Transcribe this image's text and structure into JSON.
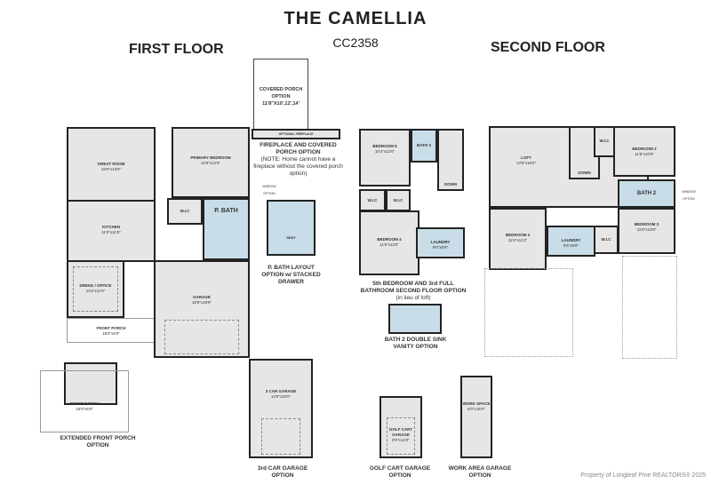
{
  "title": "THE CAMELLIA",
  "plan_code": "CC2358",
  "first_floor": {
    "heading": "FIRST FLOOR",
    "rooms": [
      {
        "name": "GREAT ROOM",
        "size": "18'0\"x13'6\""
      },
      {
        "name": "PRIMARY BEDROOM",
        "size": "13'6\"x14'6\""
      },
      {
        "name": "KITCHEN",
        "size": "11'0\"x11'6\""
      },
      {
        "name": "DINING / OFFICE",
        "size": "11'6\"x11'6\""
      },
      {
        "name": "GARAGE",
        "size": "19'9\"x19'9\""
      },
      {
        "name": "FRONT PORCH",
        "size": "18'0\"x6'0\""
      },
      {
        "name": "W.I.C",
        "size": ""
      },
      {
        "name": "P. BATH",
        "size": ""
      }
    ]
  },
  "options": {
    "covered_porch": {
      "title": "COVERED PORCH OPTION",
      "size": "11'8\"X10',12',14'"
    },
    "fireplace": {
      "title": "FIREPLACE AND COVERED PORCH OPTION",
      "note": "(NOTE: Home cannot have a fireplace without the covered porch option)",
      "label": "OPTIONAL FIREPLACE"
    },
    "pbath": {
      "title": "P. BATH LAYOUT OPTION w/ STACKED DRAWER",
      "seat": "SEAT"
    },
    "fifth_bedroom": {
      "title": "5th BEDROOM AND 3rd FULL BATHROOM SECOND FLOOR OPTION",
      "subtitle": "(in lieu of loft)",
      "rooms": [
        {
          "name": "BEDROOM 5",
          "size": "10'4\"x12'0\""
        },
        {
          "name": "BATH 3",
          "size": ""
        },
        {
          "name": "W.I.C",
          "size": ""
        },
        {
          "name": "W.I.C",
          "size": ""
        },
        {
          "name": "BEDROOM 4",
          "size": "11'6\"x12'0\""
        },
        {
          "name": "LAUNDRY",
          "size": "9'6\"x6'8\""
        }
      ],
      "down": "DOWN"
    },
    "bath2": {
      "title": "BATH 2 DOUBLE SINK VANITY OPTION"
    },
    "ext_porch": {
      "title": "EXTENDED FRONT PORCH OPTION",
      "name": "FRONT PORCH",
      "size": "18'0\"x6'0\""
    },
    "car3": {
      "title": "3rd CAR GARAGE OPTION",
      "name": "3 CAR GARAGE",
      "size": "14'0\"x20'0\""
    },
    "golf": {
      "title": "GOLF CART GARAGE OPTION",
      "name": "GOLF CART GARAGE",
      "size": "9'0\"x12'0\""
    },
    "work": {
      "title": "WORK AREA GARAGE OPTION",
      "name": "WORK SPACE",
      "size": "6'0\"x16'0\""
    }
  },
  "second_floor": {
    "heading": "SECOND FLOOR",
    "rooms": [
      {
        "name": "LOFT",
        "size": "13'8\"x16'0\""
      },
      {
        "name": "BEDROOM 2",
        "size": "11'8\"x10'8\""
      },
      {
        "name": "BATH 2",
        "size": ""
      },
      {
        "name": "BEDROOM 3",
        "size": "11'8\"x10'8\""
      },
      {
        "name": "BEDROOM 4",
        "size": "11'6\"x11'2\""
      },
      {
        "name": "LAUNDRY",
        "size": "9'6\"x6'8\""
      },
      {
        "name": "W.I.C",
        "size": ""
      },
      {
        "name": "W.I.C",
        "size": ""
      }
    ],
    "down": "DOWN"
  },
  "window_option": "WINDOW OPTION",
  "watermark": "Property of Longleaf Pine REALTORS® 2025",
  "colors": {
    "wall": "#222222",
    "floor": "#e6e6e6",
    "wet_area": "#c8dde8"
  }
}
